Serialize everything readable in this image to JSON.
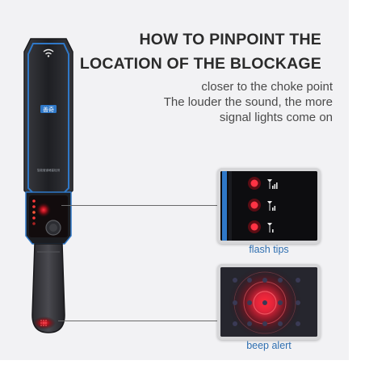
{
  "heading": {
    "line1": "HOW TO PINPOINT THE",
    "line2": "LOCATION OF THE BLOCKAGE"
  },
  "description": {
    "line1": "closer to the choke point",
    "line2": "The louder the sound, the more",
    "line3": "signal lights come on"
  },
  "device": {
    "brand_label": "善奇",
    "small_text": "智能管道堵塞检测"
  },
  "callouts": {
    "flash_caption": "flash tips",
    "beep_caption": "beep alert"
  },
  "colors": {
    "accent_blue": "#2f6fb0",
    "device_body": "#26272b",
    "trim_blue": "#2f78c8",
    "signal_red": "#e0243a"
  },
  "icons": [
    "wifi-icon",
    "signal-strength-icon",
    "led-light-icon"
  ]
}
